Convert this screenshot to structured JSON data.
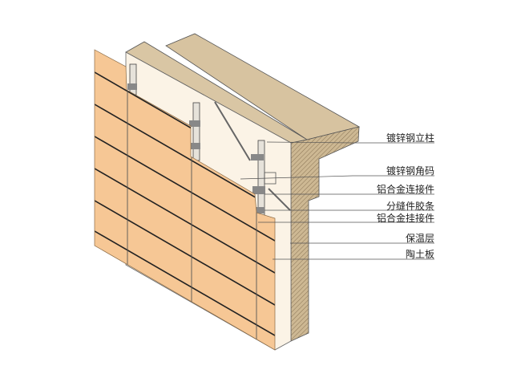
{
  "labels": [
    {
      "id": "galvanized-steel-post",
      "text": "镀锌钢立柱"
    },
    {
      "id": "galvanized-steel-angle",
      "text": "镀锌钢角码"
    },
    {
      "id": "aluminum-connector",
      "text": "铝合金连接件"
    },
    {
      "id": "joint-rubber-strip",
      "text": "分缝件胶条"
    },
    {
      "id": "aluminum-hanger",
      "text": "铝合金挂接件"
    },
    {
      "id": "insulation-layer",
      "text": "保温层"
    },
    {
      "id": "terracotta-panel",
      "text": "陶土板"
    }
  ],
  "colors": {
    "panel": "#f6c795",
    "insulation": "#fbf3e6",
    "concrete": "#cdb893",
    "line": "#333333"
  }
}
